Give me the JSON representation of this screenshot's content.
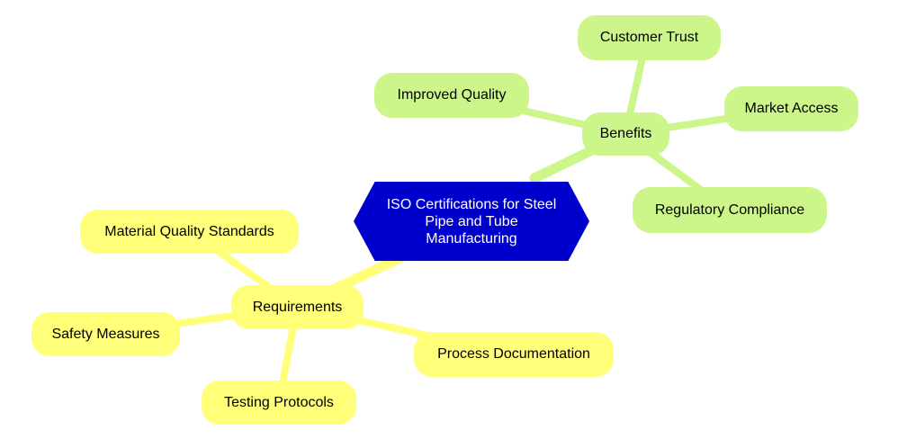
{
  "colors": {
    "root_fill": "#0000cc",
    "benefits_fill": "#ccf58a",
    "benefits_edge": "#ccf58a",
    "requirements_fill": "#ffff7a",
    "requirements_edge": "#ffff7a"
  },
  "root": {
    "label": "ISO Certifications for Steel Pipe and Tube Manufacturing"
  },
  "benefits": {
    "label": "Benefits",
    "children": [
      "Customer Trust",
      "Improved Quality",
      "Market Access",
      "Regulatory Compliance"
    ]
  },
  "requirements": {
    "label": "Requirements",
    "children": [
      "Material Quality Standards",
      "Safety Measures",
      "Testing Protocols",
      "Process Documentation"
    ]
  }
}
